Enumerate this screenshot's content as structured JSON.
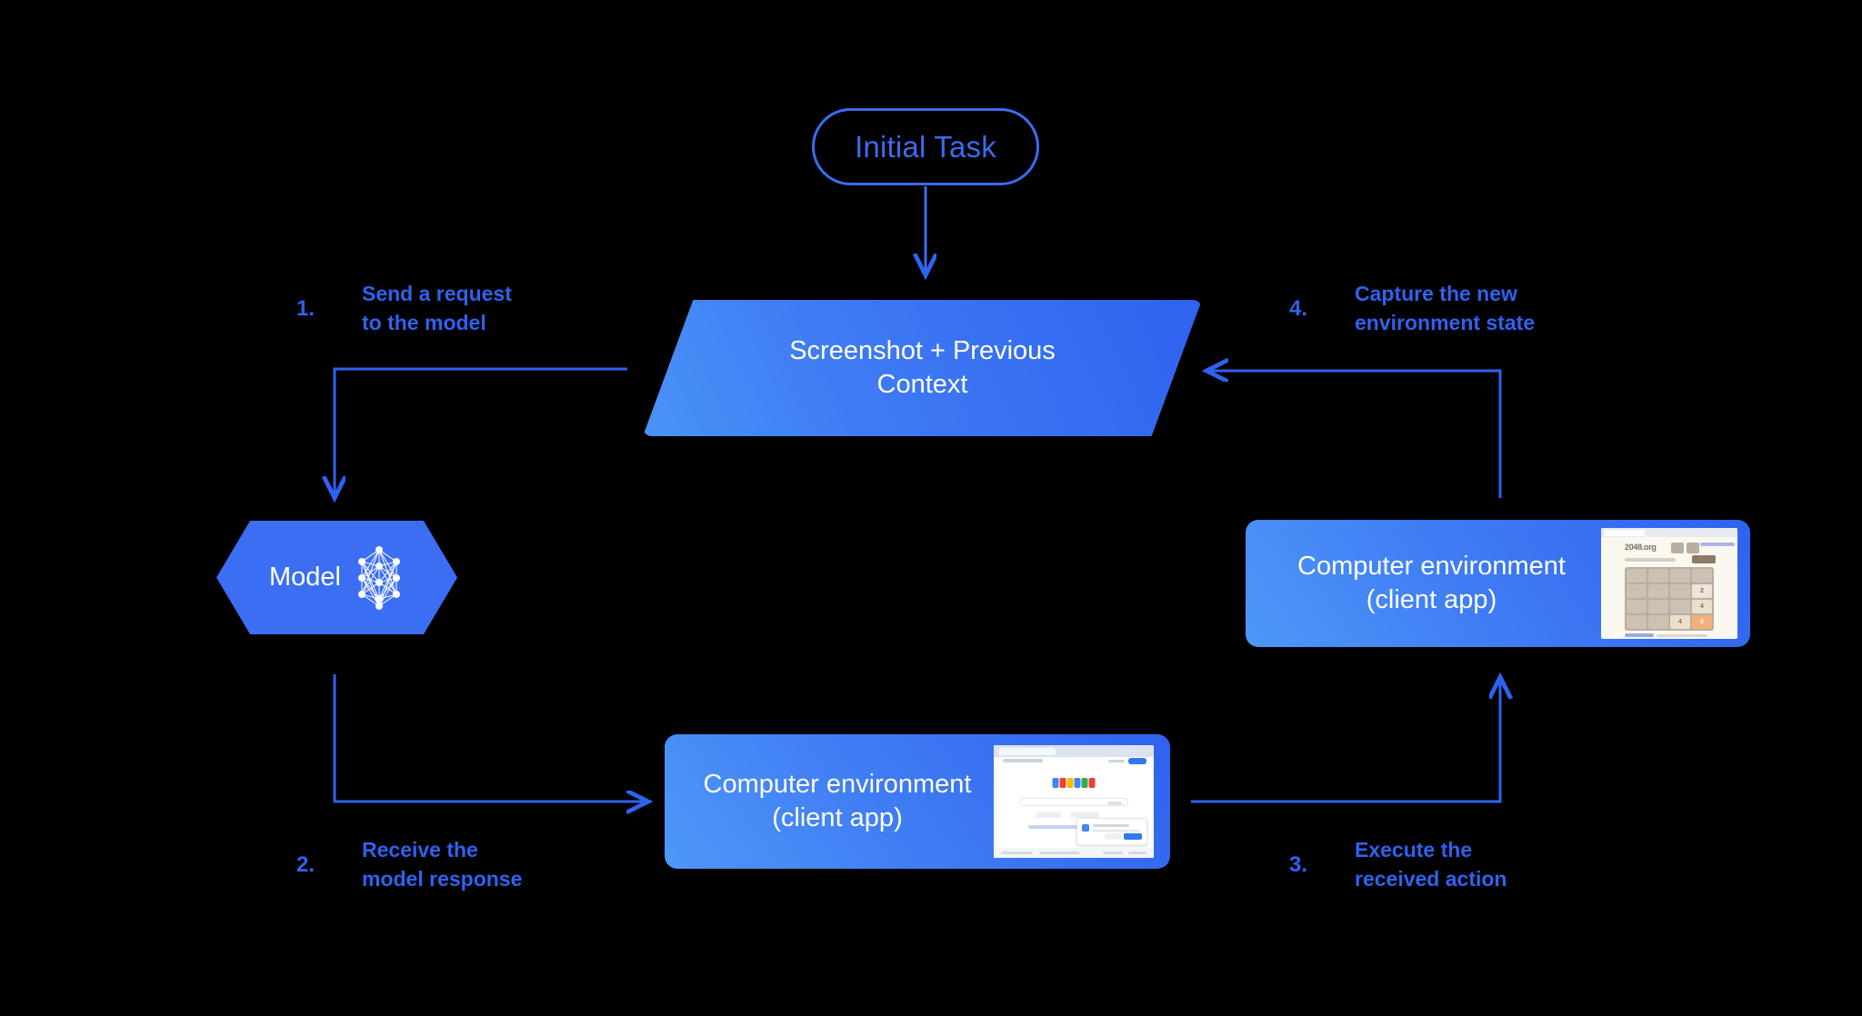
{
  "diagram": {
    "title": "Computer-use agent loop",
    "background_color": "#000000",
    "accent_color": "#2f62ef"
  },
  "initial_task": {
    "label": "Initial Task"
  },
  "context_node": {
    "line1": "Screenshot + Previous",
    "line2": "Context"
  },
  "model_node": {
    "label": "Model",
    "icon": "neural-network-icon"
  },
  "env_right": {
    "line1": "Computer environment",
    "line2": "(client app)",
    "thumbnail": "2048-game-screenshot"
  },
  "env_bottom": {
    "line1": "Computer environment",
    "line2": "(client app)",
    "thumbnail": "google-search-screenshot"
  },
  "steps": [
    {
      "num": "1.",
      "line1": "Send a request",
      "line2": "to the model"
    },
    {
      "num": "2.",
      "line1": "Receive the",
      "line2": "model response"
    },
    {
      "num": "3.",
      "line1": "Execute the",
      "line2": "received action"
    },
    {
      "num": "4.",
      "line1": "Capture the new",
      "line2": "environment state"
    }
  ],
  "game_thumb": {
    "title": "2048.org",
    "grid": [
      [
        "",
        "",
        "",
        ""
      ],
      [
        "",
        "",
        "",
        "2"
      ],
      [
        "",
        "",
        "",
        "4"
      ],
      [
        "",
        "",
        "4",
        "8"
      ]
    ]
  }
}
